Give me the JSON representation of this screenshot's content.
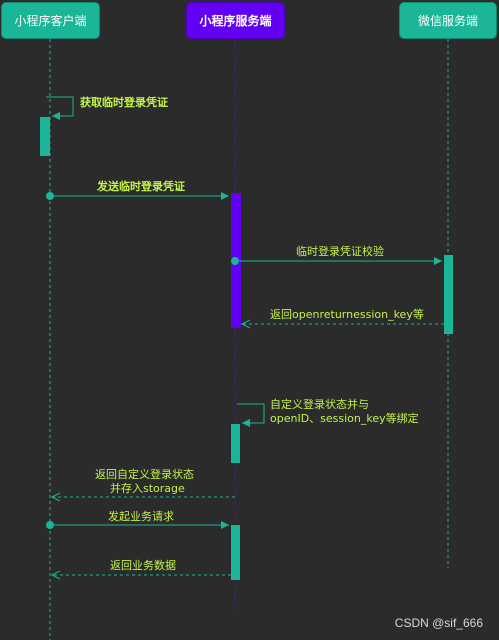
{
  "participants": {
    "client": "小程序客户端",
    "server": "小程序服务端",
    "wechat": "微信服务端"
  },
  "messages": {
    "m1": "获取临时登录凭证",
    "m2": "发送临时登录凭证",
    "m3": "临时登录凭证校验",
    "m4": "返回openreturnession_key等",
    "m5_line1": "自定义登录状态并与",
    "m5_line2": "openID、session_key等绑定",
    "m6_line1": "返回自定义登录状态",
    "m6_line2": "并存入storage",
    "m7": "发起业务请求",
    "m8": "返回业务数据"
  },
  "watermark": "CSDN @sif_666",
  "colors": {
    "background": "#2b2b2b",
    "client_box": "#1bb597",
    "server_box": "#6200f4",
    "activation_green": "#1bb597",
    "activation_purple": "#6200f4",
    "arrow": "#1bb597",
    "label": "#c4f24d"
  }
}
